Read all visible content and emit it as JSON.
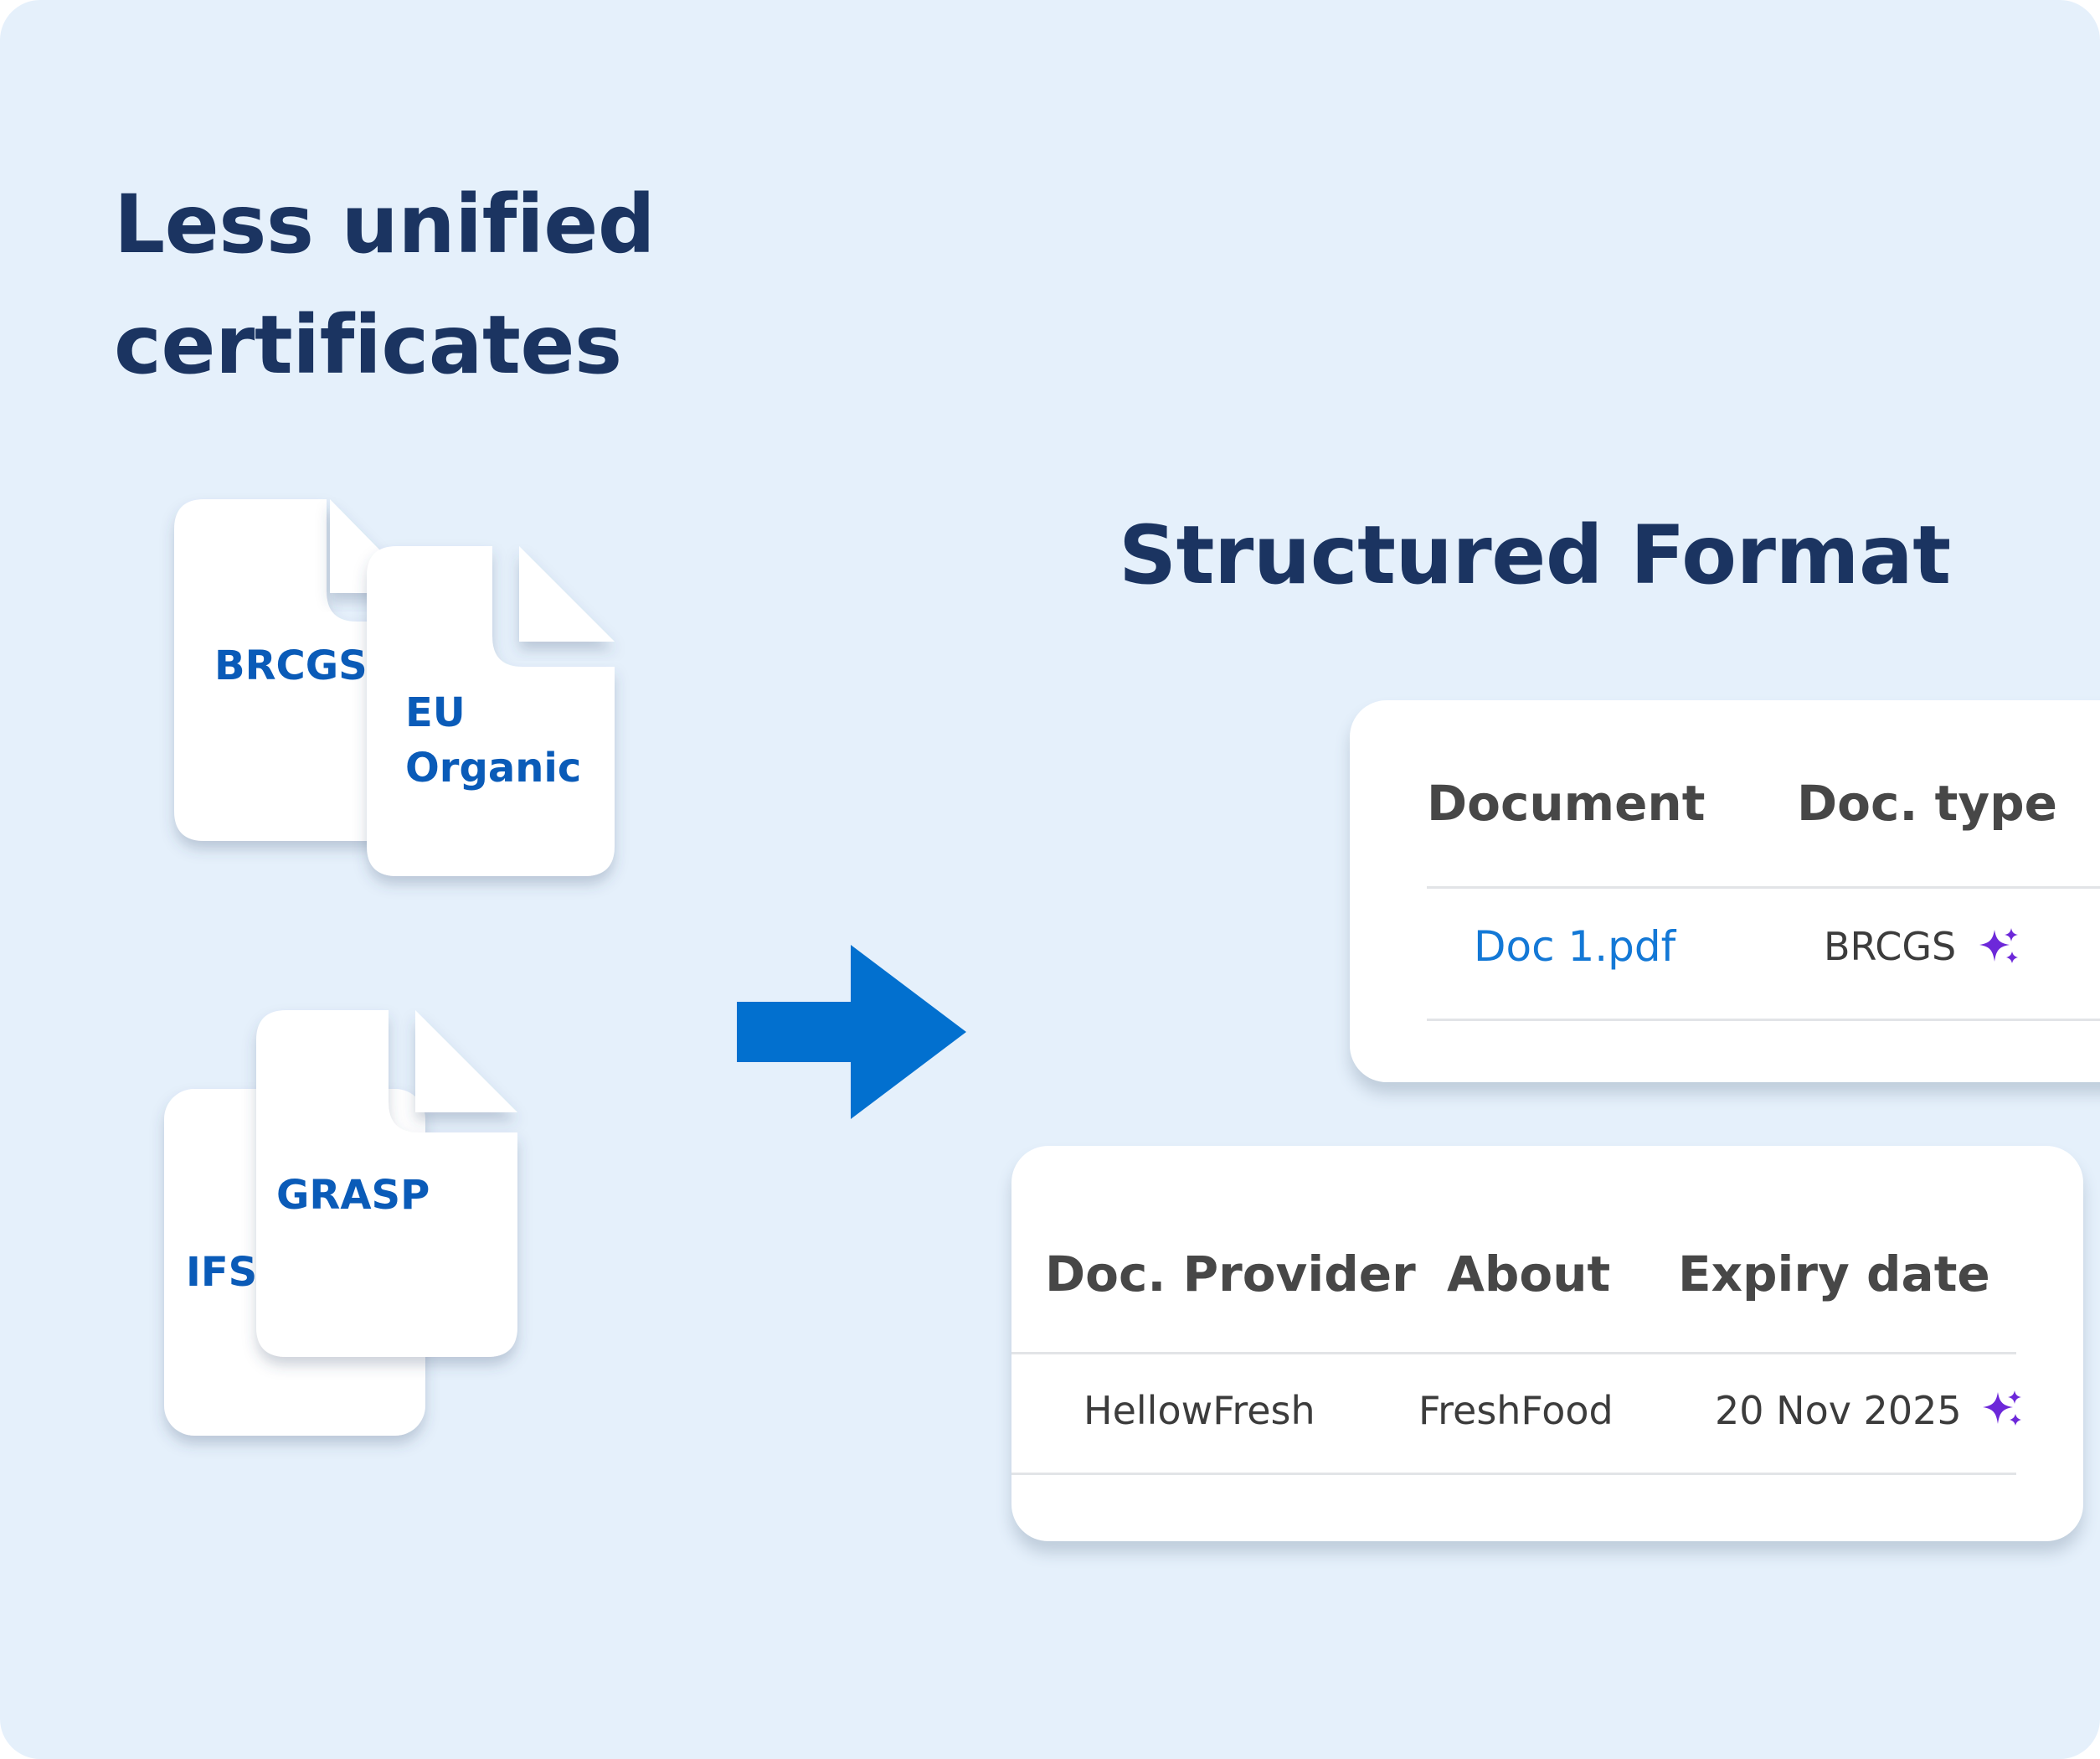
{
  "left_heading": {
    "line1": "Less unified",
    "line2": "certificates"
  },
  "right_heading": "Structured Format",
  "documents": {
    "brcgs": "BRCGS",
    "eu_organic_line1": "EU",
    "eu_organic_line2": "Organic",
    "grasp": "GRASP",
    "ifs": "IFS"
  },
  "table_top": {
    "headers": [
      "Document",
      "Doc. type"
    ],
    "row": {
      "document": "Doc 1.pdf",
      "doc_type": "BRCGS"
    }
  },
  "table_bottom": {
    "headers": [
      "Doc. Provider",
      "About",
      "Expiry date"
    ],
    "row": {
      "provider": "HellowFresh",
      "about": "FreshFood",
      "expiry": "20 Nov 2025"
    }
  },
  "colors": {
    "background": "#e5f0fb",
    "heading": "#1b3461",
    "doc_label": "#0a5bb8",
    "arrow": "#0270cf",
    "link": "#1378d6",
    "sparkle": "#6d28d9"
  },
  "icons": {
    "arrow": "right-arrow-icon",
    "ai_marker": "sparkle-icon",
    "document": "document-icon"
  }
}
